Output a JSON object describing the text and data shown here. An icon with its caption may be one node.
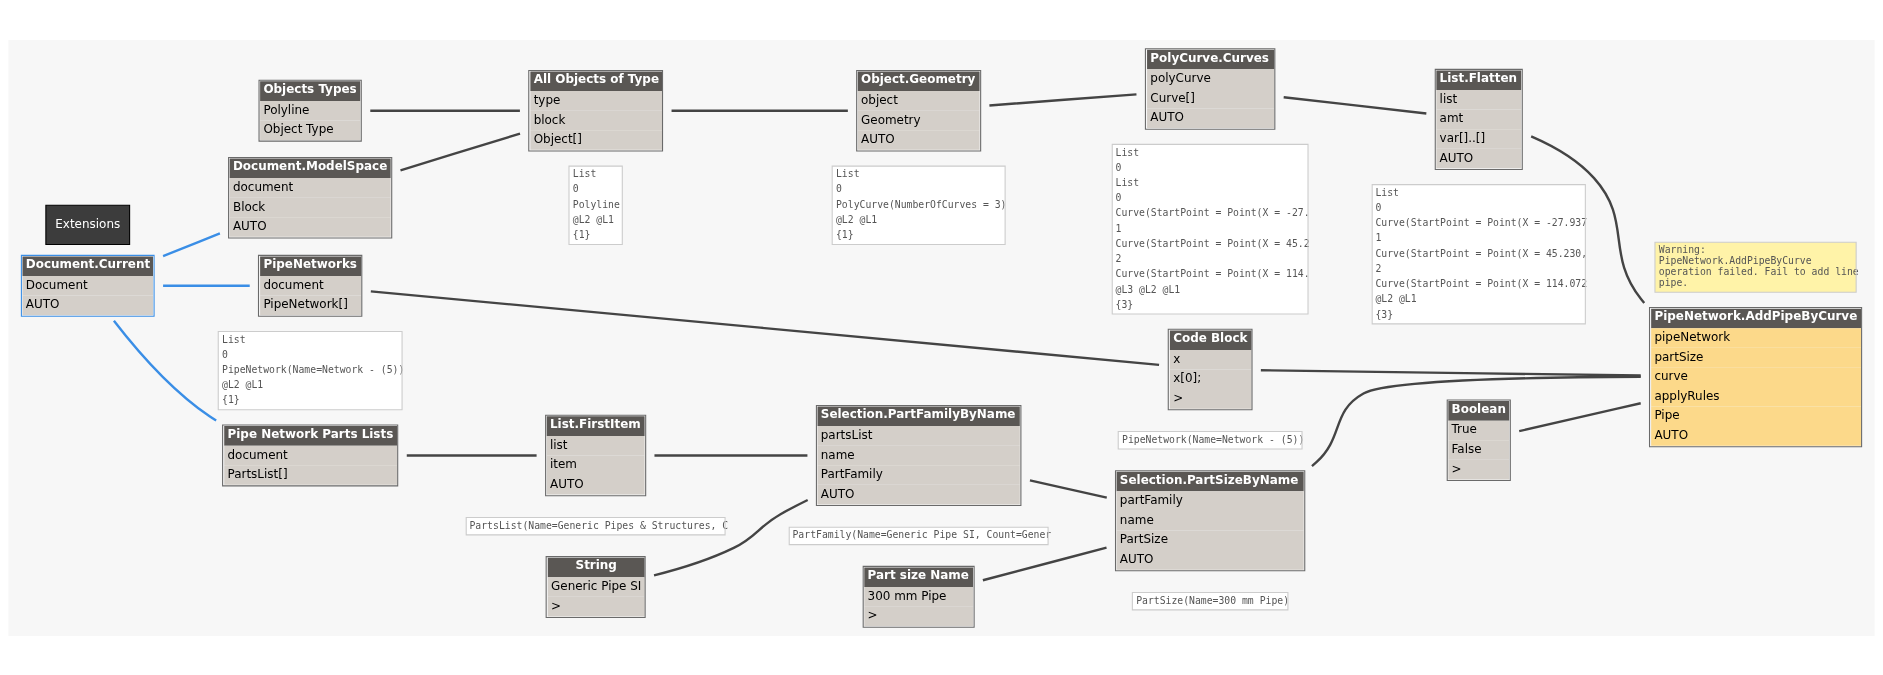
{
  "diagram": {
    "nodes": [
      {
        "text": [
          "Document.Current",
          "Document",
          "AUTO"
        ]
      },
      {
        "text": [
          "PipeNetworks",
          "document",
          "PipeNetwork[]"
        ],
        "beside": [
          "List",
          "0",
          "PipeNetwork(Name=Network - (5))",
          "@L2 @L1",
          "{1}"
        ]
      },
      {
        "text": [
          "Code Block",
          "x",
          "x[0];",
          ">"
        ],
        "beside": [
          "PipeNetwork(Name=Network - (5))"
        ]
      },
      {
        "text": [
          "Pipe Network Parts Lists",
          "document",
          "PartsList[]"
        ]
      },
      {
        "text": [
          "List.FirstItem",
          "list",
          "item",
          "AUTO"
        ],
        "beside": [
          "PartsList(Name=Generic Pipes & Structures, C"
        ]
      },
      {
        "text": [
          "String",
          "Generic Pipe SI",
          ">"
        ]
      },
      {
        "text": [
          "Selection.PartFamilyByName",
          "partsList",
          "name",
          "PartFamily",
          "AUTO"
        ],
        "beside": [
          "PartFamily(Name=Generic Pipe SI, Count=Gener"
        ]
      },
      {
        "text": [
          "Part size Name",
          "300 mm Pipe",
          ">"
        ]
      },
      {
        "text": [
          "Selection.PartSizeByName",
          "partFamily",
          "name",
          "PartSize",
          "AUTO"
        ],
        "beside": [
          "PartSize(Name=300 mm Pipe)"
        ]
      },
      {
        "text": [
          "PipeNetwork.AddPipeByCurve",
          "pipeNetwork",
          "partSize",
          "curve",
          "applyRules",
          "Pipe",
          "AUTO"
        ],
        "beside": [
          "Warning: PipeNetwork.AddPipeByCurve operation failed. Fail to add line pipe."
        ]
      },
      {
        "text": [
          "Objects Types",
          "Polyline",
          "Object Type"
        ]
      },
      {
        "text": [
          "Document.ModelSpace",
          "document",
          "Block",
          "AUTO"
        ]
      },
      {
        "text": [
          "All Objects of Type",
          "type",
          "block",
          "Object[]"
        ],
        "beside": [
          "List",
          "0",
          "Polyline",
          "@L2 @L1",
          "{1}"
        ]
      },
      {
        "text": [
          "Object.Geometry",
          "object",
          "Geometry",
          "AUTO"
        ],
        "beside": [
          "List",
          "0",
          "PolyCurve(NumberOfCurves = 3)",
          "@L2 @L1",
          "{1}"
        ]
      },
      {
        "text": [
          "PolyCurve.Curves",
          "polyCurve",
          "Curve[]",
          "AUTO"
        ],
        "beside": [
          "List",
          "0",
          "List",
          "0",
          "Curve(StartPoint = Point(X = -27.",
          "1",
          "Curve(StartPoint = Point(X = 45.2",
          "2",
          "Curve(StartPoint = Point(X = 114.",
          "@L3 @L2 @L1",
          "{3}"
        ]
      },
      {
        "text": [
          "List.Flatten",
          "list",
          "amt",
          "var[]..[]",
          "AUTO"
        ],
        "beside": [
          "List",
          "0",
          "Curve(StartPoint = Point(X = -27.937",
          "1",
          "Curve(StartPoint = Point(X = 45.230,",
          "2",
          "Curve(StartPoint = Point(X = 114.072",
          "@L2 @L1",
          "{3}"
        ]
      },
      {
        "text": [
          "Boolean",
          "True",
          "False",
          ">"
        ]
      }
    ],
    "edges": [
      {
        "from": 0,
        "to": 1,
        "arrow": "none",
        "color": "#3a8ee6"
      },
      {
        "from": 0,
        "to": 3,
        "arrow": "none",
        "color": "#3a8ee6"
      },
      {
        "from": 0,
        "to": 11,
        "arrow": "none",
        "color": "#3a8ee6"
      },
      {
        "from": 1,
        "to": 2,
        "arrow": "none"
      },
      {
        "from": 2,
        "to": 9,
        "arrow": "none"
      },
      {
        "from": 3,
        "to": 4,
        "arrow": "none"
      },
      {
        "from": 4,
        "to": 6,
        "arrow": "none"
      },
      {
        "from": 5,
        "to": 6,
        "arrow": "none"
      },
      {
        "from": 6,
        "to": 8,
        "arrow": "none"
      },
      {
        "from": 7,
        "to": 8,
        "arrow": "none"
      },
      {
        "from": 8,
        "to": 9,
        "arrow": "none"
      },
      {
        "from": 10,
        "to": 12,
        "arrow": "none"
      },
      {
        "from": 11,
        "to": 12,
        "arrow": "none"
      },
      {
        "from": 12,
        "to": 13,
        "arrow": "none"
      },
      {
        "from": 13,
        "to": 14,
        "arrow": "none"
      },
      {
        "from": 14,
        "to": 15,
        "arrow": "none"
      },
      {
        "from": 15,
        "to": 9,
        "arrow": "none"
      },
      {
        "from": 16,
        "to": 9,
        "arrow": "none"
      }
    ],
    "labels": [
      "Extensions"
    ]
  }
}
